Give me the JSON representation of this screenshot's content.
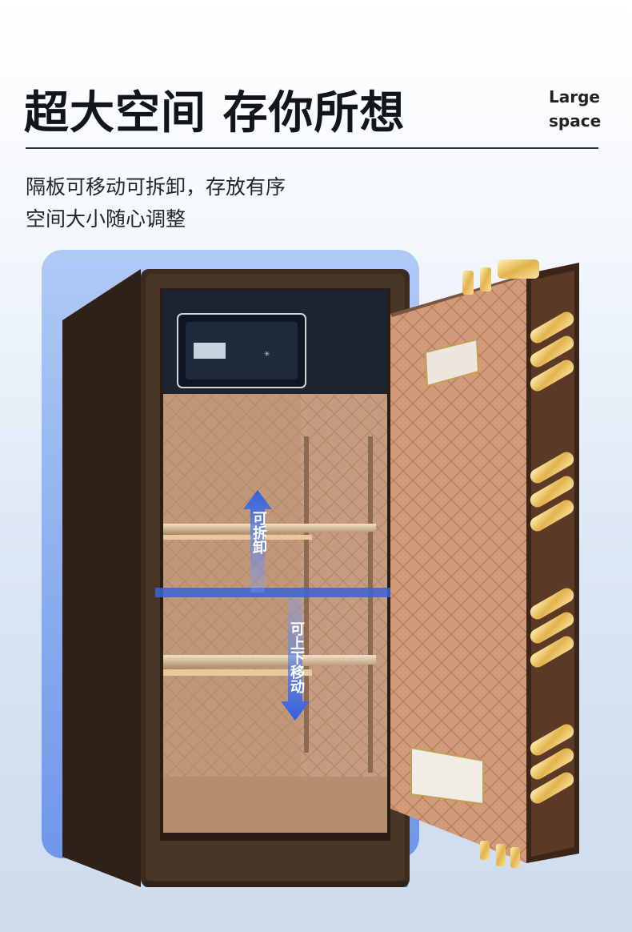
{
  "header": {
    "title": "超大空间 存你所想",
    "english_line1": "Large",
    "english_line2": "space"
  },
  "description": {
    "line1": "隔板可移动可拆卸，存放有序",
    "line2": "空间大小随心调整"
  },
  "annotations": {
    "removable": "可拆卸",
    "movable": "可上下移动"
  },
  "colors": {
    "cabinet_body": "#3b2b1f",
    "leather_interior": "#c89f83",
    "door_leather": "#d09273",
    "gold": "#e9c66a",
    "glow_blue": "#4b7fe0",
    "arrow_blue": "#2f5fe0"
  }
}
